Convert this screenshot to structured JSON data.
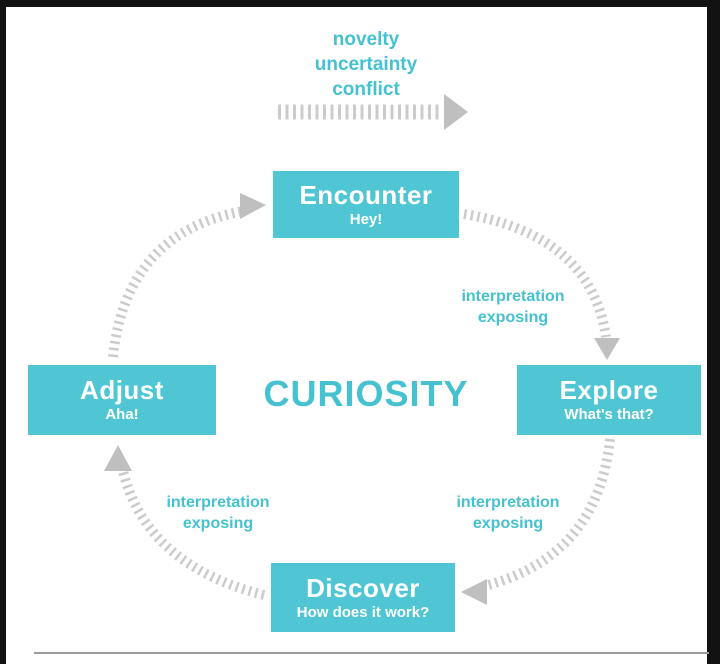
{
  "diagram": {
    "center_label": "CURIOSITY",
    "trigger": {
      "lines": [
        "novelty",
        "uncertainty",
        "conflict"
      ]
    },
    "stages": [
      {
        "id": "encounter",
        "title": "Encounter",
        "subtitle": "Hey!"
      },
      {
        "id": "explore",
        "title": "Explore",
        "subtitle": "What's that?"
      },
      {
        "id": "discover",
        "title": "Discover",
        "subtitle": "How does it work?"
      },
      {
        "id": "adjust",
        "title": "Adjust",
        "subtitle": "Aha!"
      }
    ],
    "transitions": [
      {
        "id": "encounter-to-explore",
        "line1": "interpretation",
        "line2": "exposing"
      },
      {
        "id": "explore-to-discover",
        "line1": "interpretation",
        "line2": "exposing"
      },
      {
        "id": "discover-to-adjust",
        "line1": "interpretation",
        "line2": "exposing"
      }
    ],
    "colors": {
      "stage_box_teal": "#50c6d4",
      "teal_text": "#45c1cf",
      "arrow_gray": "#cccccc",
      "arrowhead_gray": "#bfbfbf",
      "divider_gray": "#9a9a9a",
      "frame_black": "#121212"
    }
  }
}
